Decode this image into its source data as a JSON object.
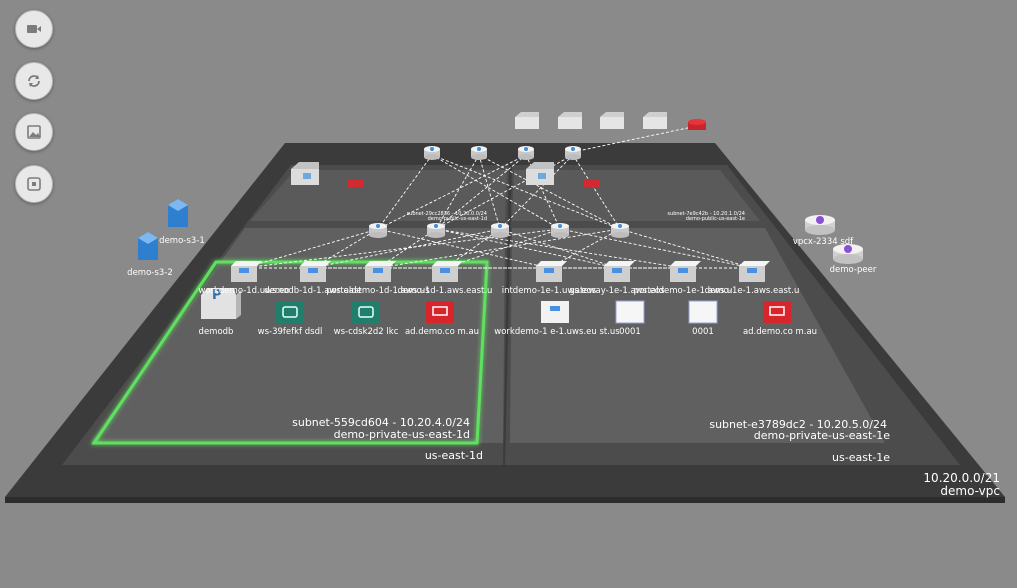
{
  "toolbar": {
    "buttons": [
      {
        "name": "video-camera-icon",
        "icon": "camera"
      },
      {
        "name": "refresh-icon",
        "icon": "refresh"
      },
      {
        "name": "image-icon",
        "icon": "image"
      },
      {
        "name": "record-icon",
        "icon": "record"
      }
    ]
  },
  "vpc": {
    "cidr": "10.20.0.0/21",
    "name": "demo-vpc"
  },
  "availability_zones": [
    {
      "name": "us-east-1d"
    },
    {
      "name": "us-east-1e"
    }
  ],
  "subnets": {
    "private_1d": {
      "label": "subnet-559cd604 - 10.20.4.0/24",
      "name": "demo-private-us-east-1d"
    },
    "private_1e": {
      "label": "subnet-e3789dc2 - 10.20.5.0/24",
      "name": "demo-private-us-east-1e"
    },
    "public_1d": {
      "label": "subnet-29cc2836 - 10.20.0.0/24",
      "name": "demo-public-us-east-1d"
    },
    "public_1e": {
      "label": "subnet-7e9c42b - 10.20.1.0/24",
      "name": "demo-public-us-east-1e"
    }
  },
  "instances_1d": [
    {
      "label": "workdemo-1d.uws.eo"
    },
    {
      "label": "demodb-1d-1.aws.east"
    },
    {
      "label": "portaldemo-1d-1.aws.us"
    },
    {
      "label": "demo-1d-1.aws.east.u"
    }
  ],
  "instances_1e": [
    {
      "label": "intdemo-1e-1.uws.eos"
    },
    {
      "label": "gateway-1e-1.aws.eos"
    },
    {
      "label": "portaldemo-1e-1.aws.u"
    },
    {
      "label": "demo-1e-1.aws.east.u"
    }
  ],
  "resources_1d": [
    {
      "label": "demodb",
      "kind": "rds"
    },
    {
      "label": "ws-39fefkf dsdl",
      "kind": "workspace"
    },
    {
      "label": "ws-cdsk2d2 lkc",
      "kind": "workspace"
    },
    {
      "label": "ad.demo.co m.au",
      "kind": "directory"
    }
  ],
  "resources_1e": [
    {
      "label": "workdemo-1 e-1.uws.eu st.us",
      "kind": "instance"
    },
    {
      "label": "0001",
      "kind": "volume"
    },
    {
      "label": "0001",
      "kind": "volume"
    },
    {
      "label": "ad.demo.co m.au",
      "kind": "directory"
    }
  ],
  "external": {
    "s3_buckets": [
      {
        "label": "demo-s3-1"
      },
      {
        "label": "demo-s3-2"
      }
    ],
    "peering": [
      {
        "label": "vpcx-2334 sdf"
      },
      {
        "label": "demo-peer"
      }
    ]
  },
  "colors": {
    "selection_glow": "#5fe05f",
    "accent_red": "#e8333a",
    "vpc_floor": "#3b3b3b",
    "zone_floor": "#4e4e4e"
  }
}
